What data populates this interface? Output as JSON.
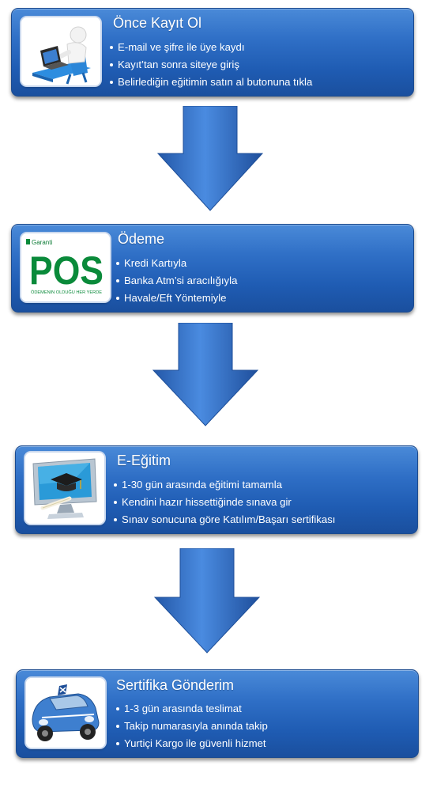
{
  "steps": [
    {
      "title": "Önce Kayıt Ol",
      "icon": "computer-user-icon",
      "items": [
        "E-mail ve şifre ile üye kaydı",
        "Kayıt’tan sonra siteye giriş",
        "Belirlediğin eğitimin satın al butonuna tıkla"
      ]
    },
    {
      "title": "Ödeme",
      "icon": "garanti-pos-logo",
      "logo": {
        "bank": "Garanti",
        "brand": "POS",
        "slogan": "ÖDEMENIN OLDUĞU HER YERDE"
      },
      "items": [
        "Kredi Kartıyla",
        "Banka Atm’si aracılığıyla",
        "Havale/Eft Yöntemiyle"
      ]
    },
    {
      "title": "E-Eğitim",
      "icon": "monitor-graduation-icon",
      "items": [
        "1-30 gün arasında eğitimi tamamla",
        "Kendini hazır hissettiğinde sınava gir",
        "Sınav sonucuna göre Katılım/Başarı sertifikası"
      ]
    },
    {
      "title": "Sertifika Gönderim",
      "icon": "delivery-car-icon",
      "items": [
        "1-3 gün arasında teslimat",
        "Takip numarasıyla anında takip",
        "Yurtiçi Kargo ile güvenli hizmet"
      ]
    }
  ],
  "colors": {
    "box": "#2f6fc6",
    "arrow": "#2a68bf",
    "text": "#ffffff"
  }
}
